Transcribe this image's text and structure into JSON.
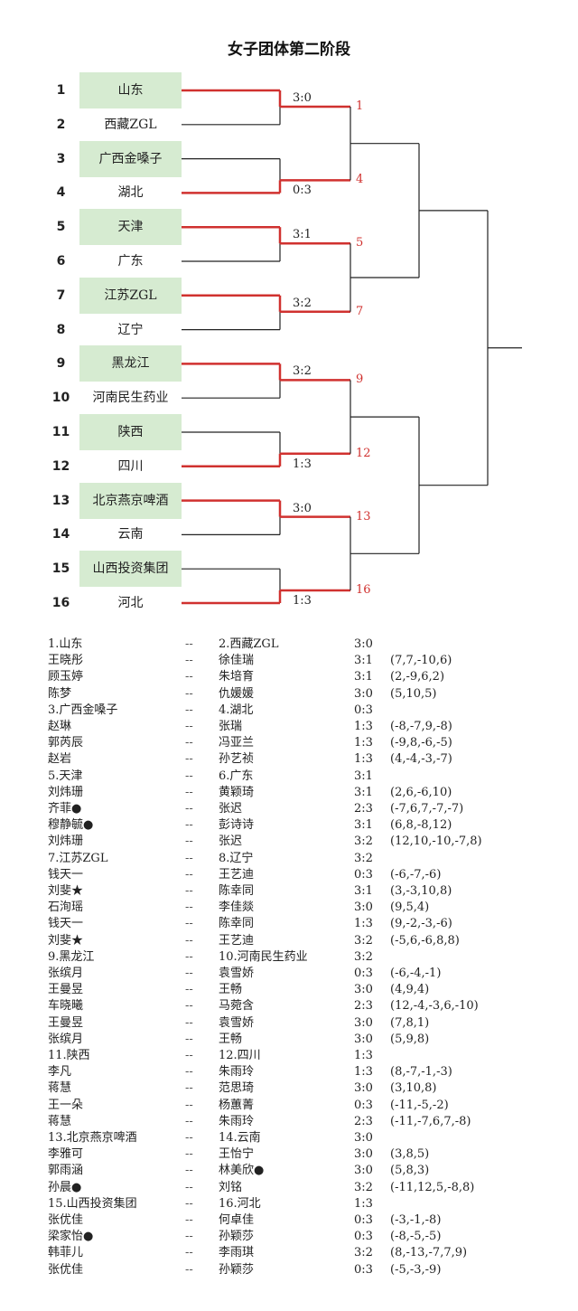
{
  "title": "女子团体第二阶段",
  "slots": [
    {
      "seed": "1",
      "team": "山东",
      "win": true
    },
    {
      "seed": "2",
      "team": "西藏ZGL",
      "win": false
    },
    {
      "seed": "3",
      "team": "广西金嗓子",
      "win": true
    },
    {
      "seed": "4",
      "team": "湖北",
      "win": false
    },
    {
      "seed": "5",
      "team": "天津",
      "win": true
    },
    {
      "seed": "6",
      "team": "广东",
      "win": false
    },
    {
      "seed": "7",
      "team": "江苏ZGL",
      "win": true
    },
    {
      "seed": "8",
      "team": "辽宁",
      "win": false
    },
    {
      "seed": "9",
      "team": "黑龙江",
      "win": true
    },
    {
      "seed": "10",
      "team": "河南民生药业",
      "win": false
    },
    {
      "seed": "11",
      "team": "陕西",
      "win": true
    },
    {
      "seed": "12",
      "team": "四川",
      "win": false
    },
    {
      "seed": "13",
      "team": "北京燕京啤酒",
      "win": true
    },
    {
      "seed": "14",
      "team": "云南",
      "win": false
    },
    {
      "seed": "15",
      "team": "山西投资集团",
      "win": true
    },
    {
      "seed": "16",
      "team": "河北",
      "win": false
    }
  ],
  "matches": [
    {
      "score": "3:0",
      "winner": "1",
      "winner_is_top": true
    },
    {
      "score": "0:3",
      "winner": "4",
      "winner_is_top": false
    },
    {
      "score": "3:1",
      "winner": "5",
      "winner_is_top": true
    },
    {
      "score": "3:2",
      "winner": "7",
      "winner_is_top": true
    },
    {
      "score": "3:2",
      "winner": "9",
      "winner_is_top": true
    },
    {
      "score": "1:3",
      "winner": "12",
      "winner_is_top": false
    },
    {
      "score": "3:0",
      "winner": "13",
      "winner_is_top": true
    },
    {
      "score": "1:3",
      "winner": "16",
      "winner_is_top": false
    }
  ],
  "colors": {
    "win_line": "#d0312f",
    "line": "#222222",
    "win_fill": "#d6ebd1"
  },
  "results": [
    [
      "1.山东",
      "--",
      "2.西藏ZGL",
      "3:0",
      ""
    ],
    [
      "王晓彤",
      "--",
      "徐佳瑞",
      "3:1",
      "(7,7,-10,6)"
    ],
    [
      "顾玉婷",
      "--",
      "朱培育",
      "3:1",
      "(2,-9,6,2)"
    ],
    [
      "陈梦",
      "--",
      "仇媛媛",
      "3:0",
      "(5,10,5)"
    ],
    [
      "3.广西金嗓子",
      "--",
      "4.湖北",
      "0:3",
      ""
    ],
    [
      "赵琳",
      "--",
      "张瑞",
      "1:3",
      "(-8,-7,9,-8)"
    ],
    [
      "郭芮辰",
      "--",
      "冯亚兰",
      "1:3",
      "(-9,8,-6,-5)"
    ],
    [
      "赵岩",
      "--",
      "孙艺祯",
      "1:3",
      "(4,-4,-3,-7)"
    ],
    [
      "5.天津",
      "--",
      "6.广东",
      "3:1",
      ""
    ],
    [
      "刘炜珊",
      "--",
      "黄颖琦",
      "3:1",
      "(2,6,-6,10)"
    ],
    [
      "齐菲●",
      "--",
      "张迟",
      "2:3",
      "(-7,6,7,-7,-7)"
    ],
    [
      "穆静毓●",
      "--",
      "彭诗诗",
      "3:1",
      "(6,8,-8,12)"
    ],
    [
      "刘炜珊",
      "--",
      "张迟",
      "3:2",
      "(12,10,-10,-7,8)"
    ],
    [
      "7.江苏ZGL",
      "--",
      "8.辽宁",
      "3:2",
      ""
    ],
    [
      "钱天一",
      "--",
      "王艺迪",
      "0:3",
      "(-6,-7,-6)"
    ],
    [
      "刘斐★",
      "--",
      "陈幸同",
      "3:1",
      "(3,-3,10,8)"
    ],
    [
      "石洵瑶",
      "--",
      "李佳燚",
      "3:0",
      "(9,5,4)"
    ],
    [
      "钱天一",
      "--",
      "陈幸同",
      "1:3",
      "(9,-2,-3,-6)"
    ],
    [
      "刘斐★",
      "--",
      "王艺迪",
      "3:2",
      "(-5,6,-6,8,8)"
    ],
    [
      "9.黑龙江",
      "--",
      "10.河南民生药业",
      "3:2",
      ""
    ],
    [
      "张缤月",
      "--",
      "袁雪娇",
      "0:3",
      "(-6,-4,-1)"
    ],
    [
      "王曼昱",
      "--",
      "王畅",
      "3:0",
      "(4,9,4)"
    ],
    [
      "车晓曦",
      "--",
      "马菀含",
      "2:3",
      "(12,-4,-3,6,-10)"
    ],
    [
      "王曼昱",
      "--",
      "袁雪娇",
      "3:0",
      "(7,8,1)"
    ],
    [
      "张缤月",
      "--",
      "王畅",
      "3:0",
      "(5,9,8)"
    ],
    [
      "11.陕西",
      "--",
      "12.四川",
      "1:3",
      ""
    ],
    [
      "李凡",
      "--",
      "朱雨玲",
      "1:3",
      "(8,-7,-1,-3)"
    ],
    [
      "蒋慧",
      "--",
      "范思琦",
      "3:0",
      "(3,10,8)"
    ],
    [
      "王一朵",
      "--",
      "杨蕙菁",
      "0:3",
      "(-11,-5,-2)"
    ],
    [
      "蒋慧",
      "--",
      "朱雨玲",
      "2:3",
      "(-11,-7,6,7,-8)"
    ],
    [
      "13.北京燕京啤酒",
      "--",
      "14.云南",
      "3:0",
      ""
    ],
    [
      "李雅可",
      "--",
      "王怡宁",
      "3:0",
      "(3,8,5)"
    ],
    [
      "郭雨涵",
      "--",
      "林美欣●",
      "3:0",
      "(5,8,3)"
    ],
    [
      "孙晨●",
      "--",
      "刘铭",
      "3:2",
      "(-11,12,5,-8,8)"
    ],
    [
      "15.山西投资集团",
      "--",
      "16.河北",
      "1:3",
      ""
    ],
    [
      "张优佳",
      "--",
      "何卓佳",
      "0:3",
      "(-3,-1,-8)"
    ],
    [
      "梁家怡●",
      "--",
      "孙颖莎",
      "0:3",
      "(-8,-5,-5)"
    ],
    [
      "韩菲儿",
      "--",
      "李雨琪",
      "3:2",
      "(8,-13,-7,7,9)"
    ],
    [
      "张优佳",
      "--",
      "孙颖莎",
      "0:3",
      "(-5,-3,-9)"
    ]
  ]
}
